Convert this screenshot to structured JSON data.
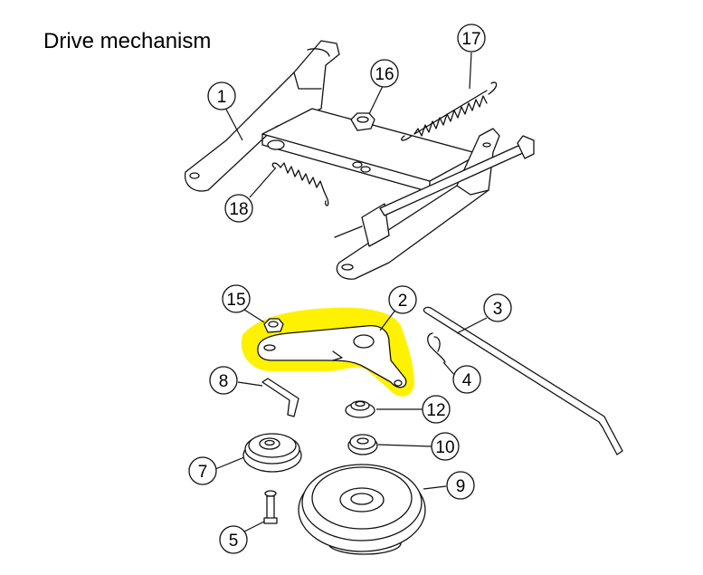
{
  "title": "Drive mechanism",
  "highlight_color": "#fff200",
  "callouts": [
    "1",
    "2",
    "3",
    "4",
    "5",
    "7",
    "8",
    "9",
    "10",
    "12",
    "15",
    "16",
    "17",
    "18"
  ]
}
